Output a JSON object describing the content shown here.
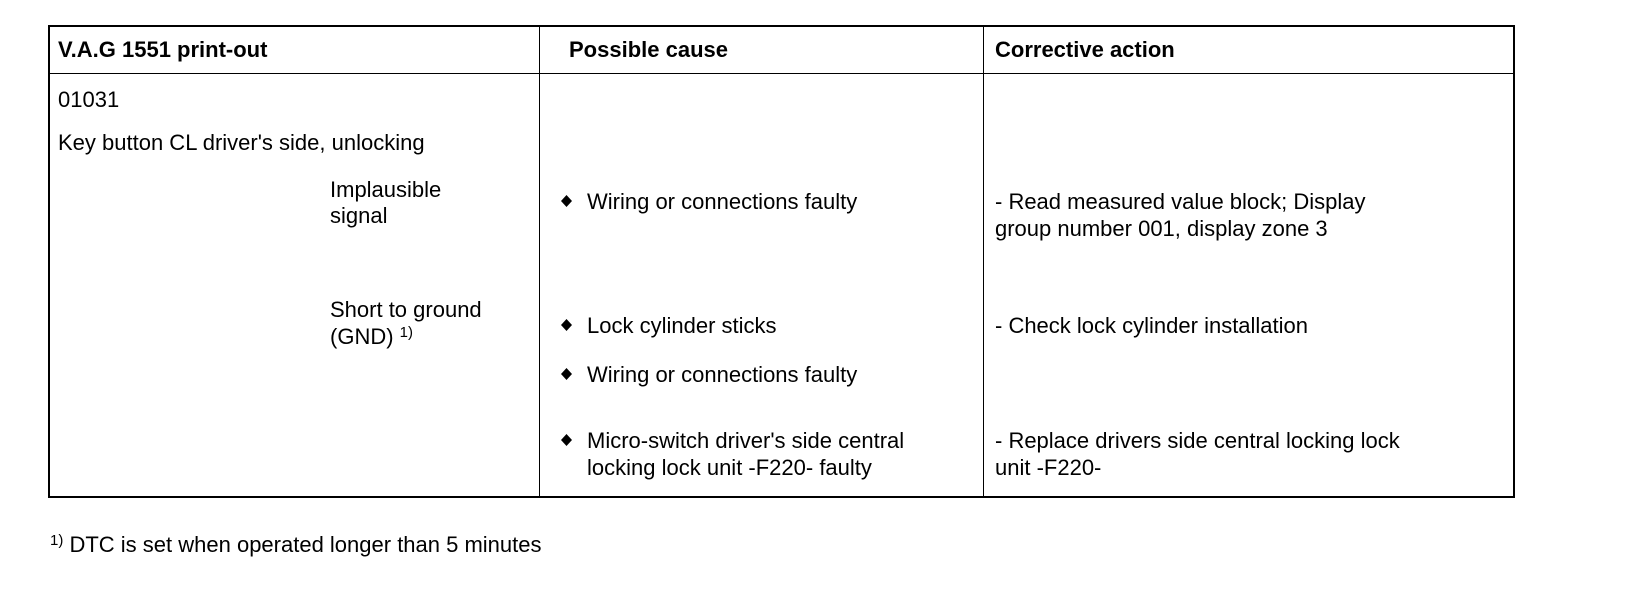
{
  "table": {
    "headers": {
      "printout": "V.A.G 1551 print-out",
      "cause": "Possible cause",
      "action": "Corrective action"
    },
    "code": "01031",
    "component": "Key button CL driver's side, unlocking",
    "faults": [
      {
        "type_lines": [
          "Implausible",
          "signal"
        ],
        "causes": [
          {
            "text_lines": [
              "Wiring or connections faulty"
            ]
          }
        ],
        "actions": [
          {
            "text_lines": [
              "- Read measured value block; Display",
              "group number 001, display zone 3"
            ]
          }
        ]
      },
      {
        "type_lines": [
          "Short to ground",
          "(GND)"
        ],
        "type_footnote_ref": "1)",
        "causes": [
          {
            "text_lines": [
              "Lock cylinder sticks"
            ]
          },
          {
            "text_lines": [
              "Wiring or connections faulty"
            ]
          },
          {
            "text_lines": [
              "Micro-switch driver's side central",
              "locking lock unit -F220- faulty"
            ]
          }
        ],
        "actions": [
          {
            "text_lines": [
              "- Check lock cylinder installation"
            ]
          },
          {
            "text_lines": [
              "- Replace drivers side central locking lock",
              "unit -F220-"
            ]
          }
        ]
      }
    ]
  },
  "footnote": {
    "marker": "1)",
    "text": "DTC is set when operated longer than 5 minutes"
  }
}
